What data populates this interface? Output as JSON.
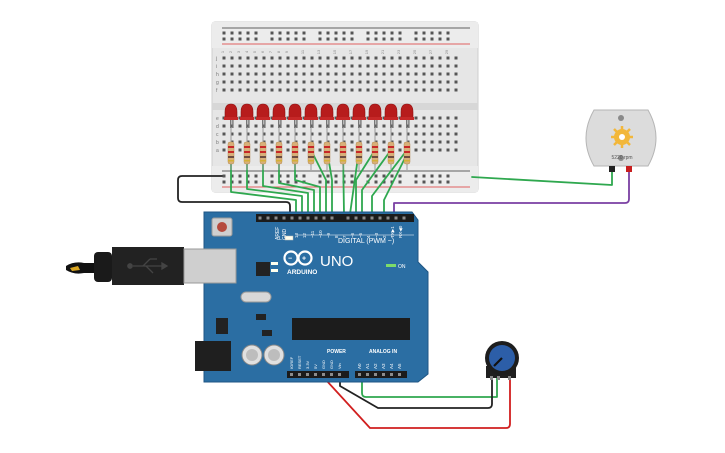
{
  "arduino": {
    "brand": "ARDUINO",
    "model": "UNO",
    "digital_label": "DIGITAL (PWM ~)",
    "power_label": "POWER",
    "analog_label": "ANALOG IN",
    "on_label": "ON",
    "tx_label": "TX",
    "rx_label": "RX",
    "l_label": "L",
    "aref_label": "AREF",
    "gnd_label": "GND",
    "digital_pins": [
      "13",
      "12",
      "~11",
      "~10",
      "~9",
      "8",
      "7",
      "~6",
      "~5",
      "4",
      "~3",
      "2",
      "TX▶1",
      "RX◀0"
    ],
    "power_pins": [
      "IOREF",
      "RESET",
      "3.3V",
      "5V",
      "GND",
      "GND",
      "Vin"
    ],
    "analog_pins": [
      "A0",
      "A1",
      "A2",
      "A3",
      "A4",
      "A5"
    ]
  },
  "motor": {
    "label": "5220 rpm"
  },
  "breadboard": {
    "row_letters_top": [
      "j",
      "i",
      "h",
      "g",
      "f"
    ],
    "row_letters_bottom": [
      "e",
      "d",
      "c",
      "b",
      "a"
    ],
    "column_numbers": [
      "1",
      "2",
      "3",
      "4",
      "5",
      "6",
      "7",
      "8",
      "9",
      "10",
      "11",
      "12",
      "13",
      "14",
      "15",
      "16",
      "17",
      "18",
      "19",
      "20",
      "21",
      "22",
      "23",
      "24",
      "25",
      "26",
      "27",
      "28",
      "29",
      "30"
    ]
  },
  "colors": {
    "board_blue": "#2b6ea3",
    "board_dark": "#1f5684",
    "wire_green": "#2fa84f",
    "wire_black": "#222222",
    "wire_red": "#d11f1f",
    "wire_purple": "#7a3fa2",
    "led_red": "#b71c1c",
    "breadboard": "#e9e9e9"
  },
  "icons": {
    "usb": "usb-cable-icon",
    "motor": "dc-motor-icon",
    "pot": "potentiometer-icon"
  }
}
